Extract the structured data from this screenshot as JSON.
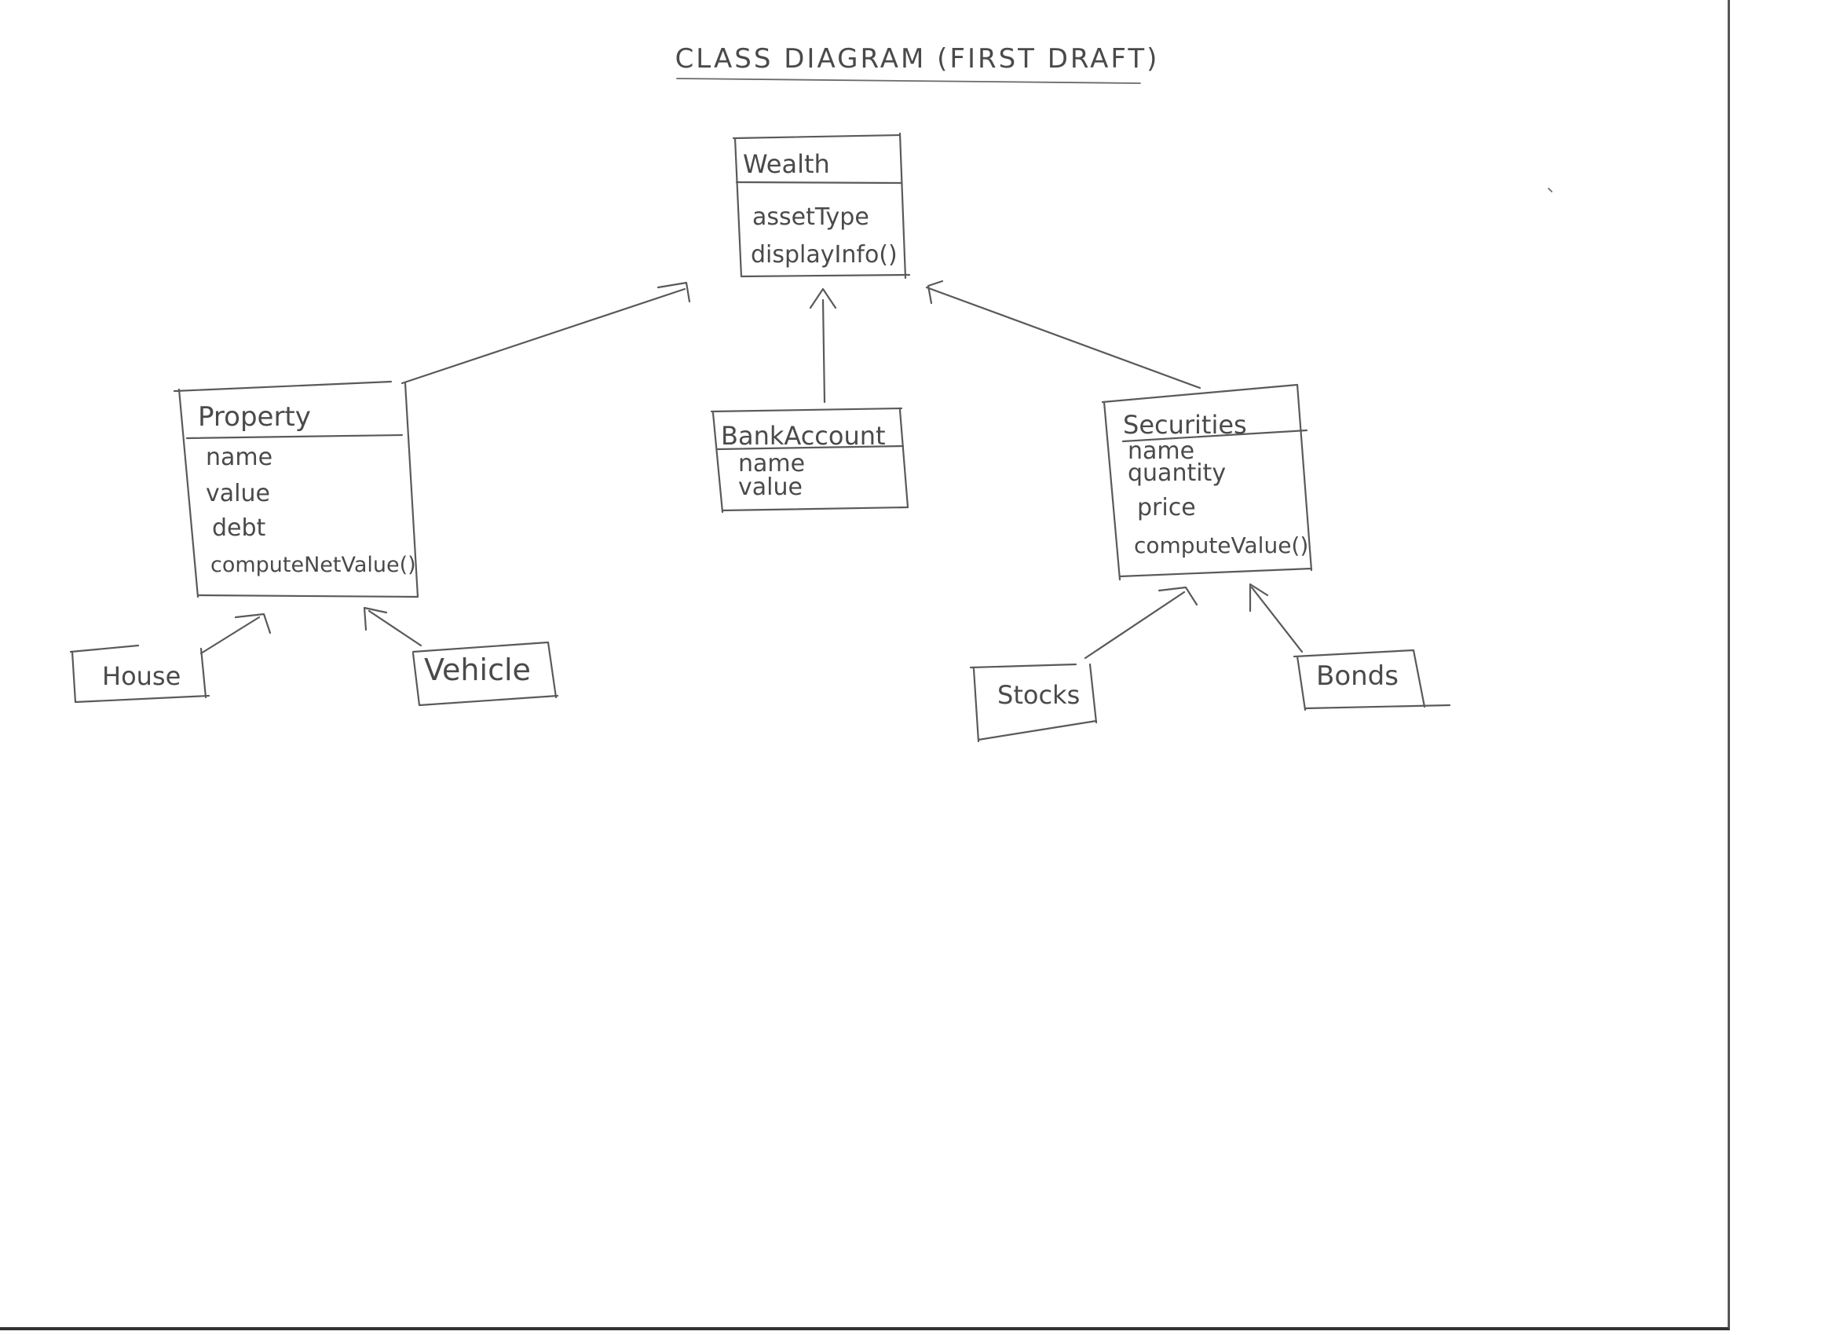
{
  "title": "CLASS DIAGRAM (FIRST DRAFT)",
  "classes": {
    "wealth": {
      "name": "Wealth",
      "members": [
        "assetType",
        "displayInfo()"
      ]
    },
    "property": {
      "name": "Property",
      "members": [
        "name",
        "value",
        "debt",
        "computeNetValue()"
      ]
    },
    "bank_account": {
      "name": "BankAccount",
      "members": [
        "name",
        "value"
      ]
    },
    "securities": {
      "name": "Securities",
      "members": [
        "name",
        "quantity",
        "price",
        "computeValue()"
      ]
    },
    "house": {
      "name": "House"
    },
    "vehicle": {
      "name": "Vehicle"
    },
    "stocks": {
      "name": "Stocks"
    },
    "bonds": {
      "name": "Bonds"
    }
  },
  "relations": [
    {
      "from": "Property",
      "to": "Wealth",
      "kind": "inheritance"
    },
    {
      "from": "BankAccount",
      "to": "Wealth",
      "kind": "inheritance"
    },
    {
      "from": "Securities",
      "to": "Wealth",
      "kind": "inheritance"
    },
    {
      "from": "House",
      "to": "Property",
      "kind": "inheritance"
    },
    {
      "from": "Vehicle",
      "to": "Property",
      "kind": "inheritance"
    },
    {
      "from": "Stocks",
      "to": "Securities",
      "kind": "inheritance"
    },
    {
      "from": "Bonds",
      "to": "Securities",
      "kind": "inheritance"
    }
  ],
  "colors": {
    "ink": "#4a4a4a",
    "paper": "#ffffff",
    "edge": "#333333"
  }
}
